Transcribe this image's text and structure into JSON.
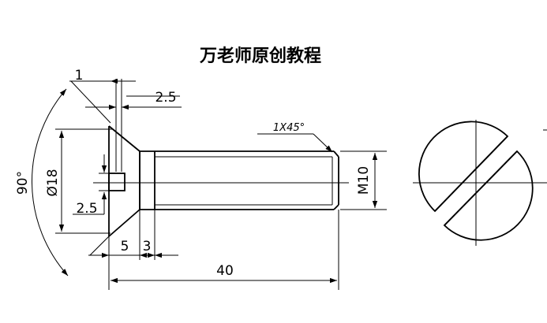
{
  "title": "万老师原创教程",
  "dimensions": {
    "chamfer_note": "1X45°",
    "head_top_width": "1",
    "slot_width": "2.5",
    "head_diameter": "Ø18",
    "slot_depth": "2.5",
    "thread": "M10",
    "angle": "90°",
    "head_height": "5",
    "neck_length": "3",
    "total_length": "40"
  }
}
